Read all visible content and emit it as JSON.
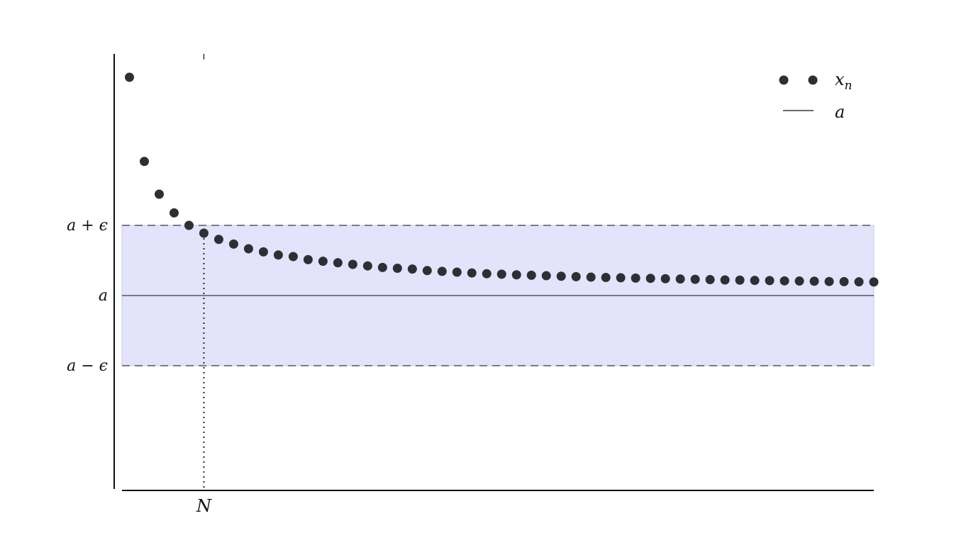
{
  "chart_data": {
    "type": "scatter",
    "title": "",
    "xlabel": "",
    "ylabel": "",
    "grid": false,
    "xlim": [
      0.5,
      51
    ],
    "ylim": [
      -1.25,
      1.55
    ],
    "limit": 0,
    "epsilon": 0.45,
    "N": 6,
    "x_ticks": [
      {
        "value": 6,
        "label": "N"
      }
    ],
    "y_ticks": [
      {
        "value": 0.45,
        "label": "a + ϵ"
      },
      {
        "value": 0,
        "label": "a"
      },
      {
        "value": -0.45,
        "label": "a − ϵ"
      }
    ],
    "band": {
      "from": -0.45,
      "to": 0.45,
      "color": "#e3e3fb",
      "edge_color": "#c9c9ee"
    },
    "series": [
      {
        "name": "x",
        "name_subscript": "n",
        "kind": "points",
        "color": "#2f2f33",
        "x": [
          1,
          2,
          3,
          4,
          5,
          6,
          7,
          8,
          9,
          10,
          11,
          12,
          13,
          14,
          15,
          16,
          17,
          18,
          19,
          20,
          21,
          22,
          23,
          24,
          25,
          26,
          27,
          28,
          29,
          30,
          31,
          32,
          33,
          34,
          35,
          36,
          37,
          38,
          39,
          40,
          41,
          42,
          43,
          44,
          45,
          46,
          47,
          48,
          49,
          50,
          51
        ],
        "y": [
          1.4,
          0.86,
          0.65,
          0.53,
          0.45,
          0.4,
          0.36,
          0.33,
          0.3,
          0.28,
          0.26,
          0.25,
          0.23,
          0.22,
          0.21,
          0.2,
          0.19,
          0.18,
          0.175,
          0.17,
          0.16,
          0.155,
          0.15,
          0.145,
          0.14,
          0.137,
          0.133,
          0.13,
          0.127,
          0.124,
          0.121,
          0.118,
          0.116,
          0.114,
          0.112,
          0.11,
          0.108,
          0.106,
          0.104,
          0.102,
          0.1,
          0.099,
          0.097,
          0.096,
          0.094,
          0.093,
          0.092,
          0.09,
          0.089,
          0.088,
          0.087
        ]
      },
      {
        "name": "a",
        "kind": "line",
        "color": "#111111",
        "y": 0
      }
    ],
    "legend": {
      "position": "top-right"
    }
  }
}
